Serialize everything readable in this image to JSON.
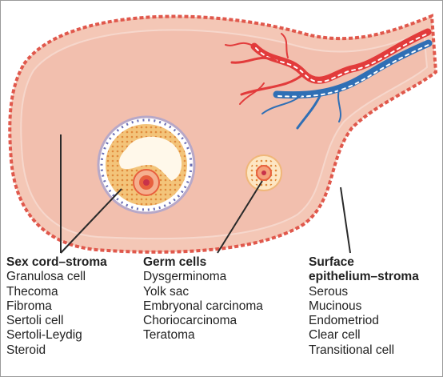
{
  "colors": {
    "ovary_fill": "#f4c7b6",
    "ovary_outline": "#e0584c",
    "artery": "#e23b3b",
    "vein": "#2f6fb5",
    "follicle_fill": "#f3c47a",
    "oocyte": "#e8603e",
    "leader_line": "#2a2a2a"
  },
  "icons": {
    "ovary": "ovary-cross-section",
    "large_follicle": "mature-follicle",
    "small_follicle": "primary-follicle",
    "vessels": "blood-vessels"
  },
  "groups": [
    {
      "heading": "Sex cord–stroma",
      "items": [
        "Granulosa cell",
        "Thecoma",
        "Fibroma",
        "Sertoli cell",
        "Sertoli-Leydig",
        "Steroid"
      ]
    },
    {
      "heading": "Germ cells",
      "items": [
        "Dysgerminoma",
        "Yolk sac",
        "Embryonal carcinoma",
        "Choriocarcinoma",
        "Teratoma"
      ]
    },
    {
      "heading": "Surface",
      "heading2": "epithelium–stroma",
      "items": [
        "Serous",
        "Mucinous",
        "Endometriod",
        "Clear cell",
        "Transitional cell"
      ]
    }
  ]
}
